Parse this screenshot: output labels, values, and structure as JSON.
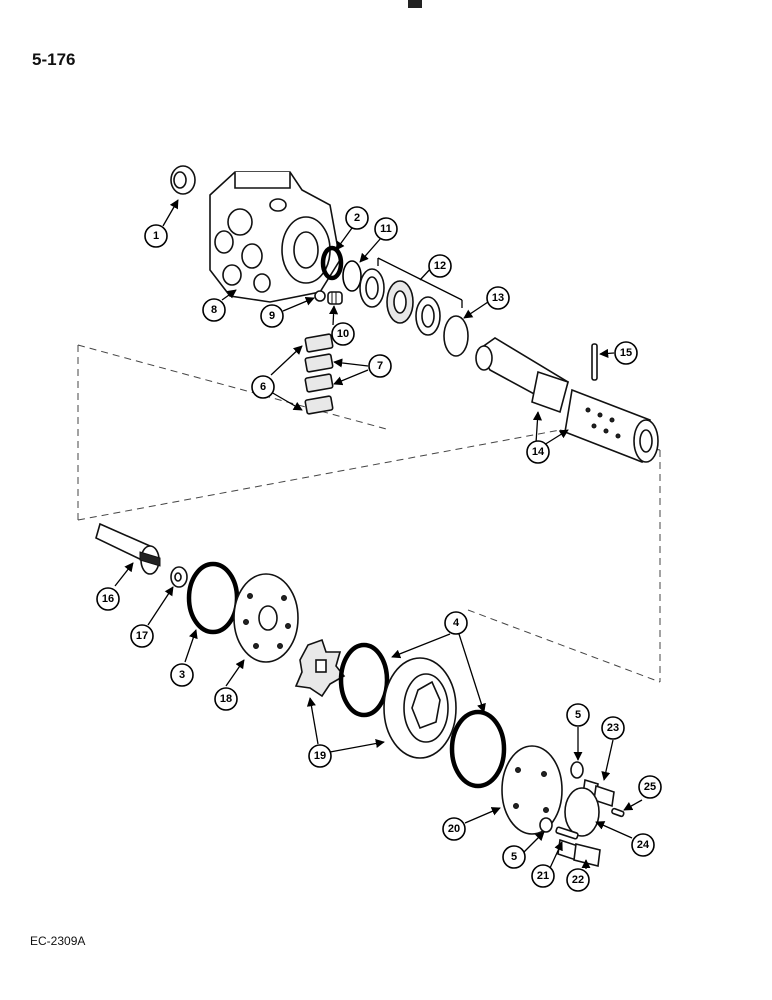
{
  "page": {
    "number": "5-176",
    "code": "EC-2309A"
  },
  "callouts": [
    "1",
    "2",
    "11",
    "12",
    "8",
    "9",
    "10",
    "13",
    "15",
    "6",
    "7",
    "14",
    "16",
    "17",
    "3",
    "18",
    "4",
    "19",
    "5",
    "23",
    "25",
    "20",
    "24",
    "21",
    "22"
  ],
  "callout_5b": "5",
  "callout_6_label": "6",
  "callout_7_label": "7"
}
